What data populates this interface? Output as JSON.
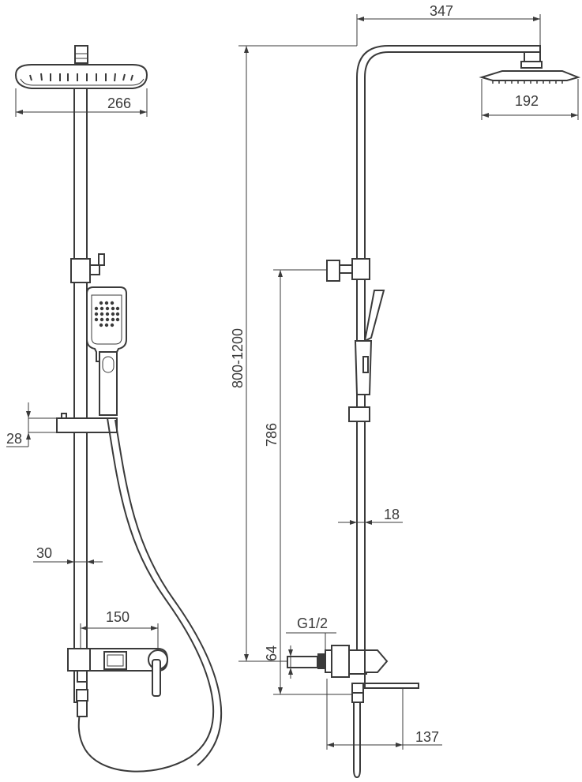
{
  "dimensions": {
    "head_width_front": "266",
    "slider_height": "28",
    "pipe_width": "30",
    "mixer_width": "150",
    "arm_length": "347",
    "head_diameter_side": "192",
    "height_range": "800-1200",
    "height_786": "786",
    "pipe_18": "18",
    "thread": "G1/2",
    "height_64": "64",
    "outlet_137": "137"
  }
}
